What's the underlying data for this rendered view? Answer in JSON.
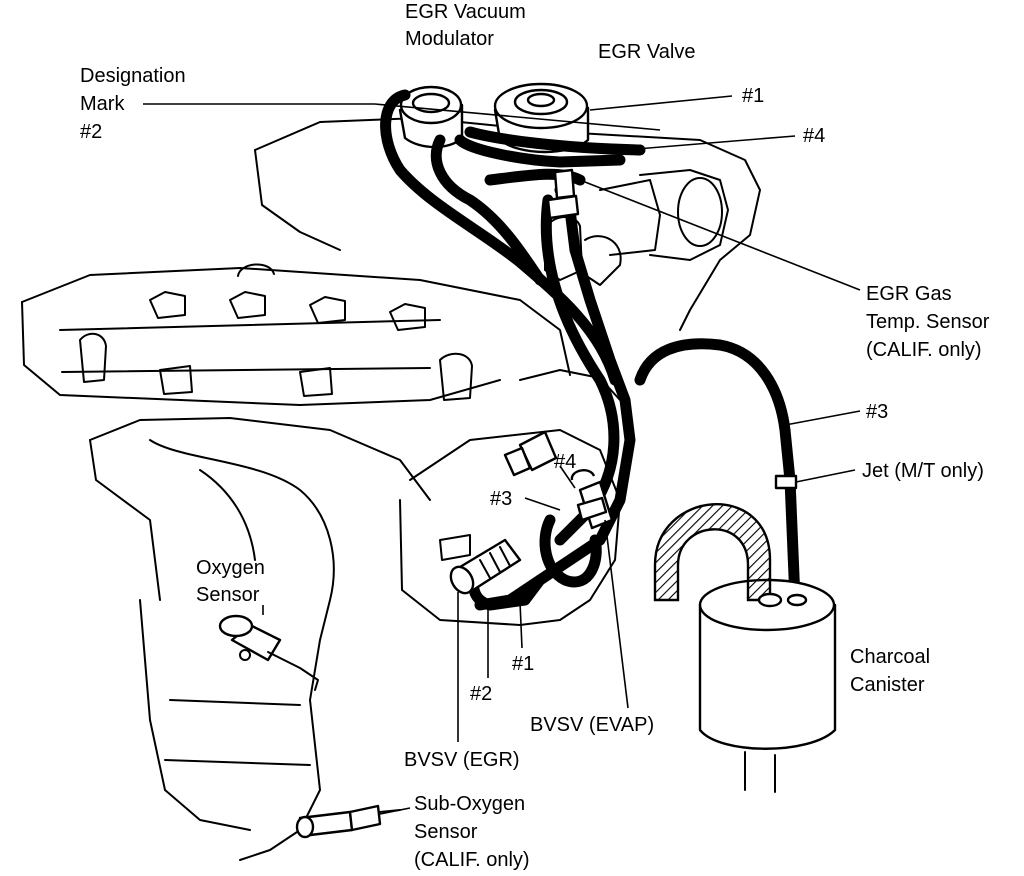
{
  "labels": {
    "egr_vacuum_modulator": [
      "EGR Vacuum",
      "Modulator"
    ],
    "egr_valve": "EGR Valve",
    "designation_mark": [
      "Designation",
      "Mark",
      "#2"
    ],
    "port_1_top": "#1",
    "port_4_top": "#4",
    "egr_gas_temp_sensor": [
      "EGR Gas",
      "Temp. Sensor",
      "(CALIF. only)"
    ],
    "port_3_right": "#3",
    "jet": "Jet (M/T only)",
    "port_4_mid": "#4",
    "port_3_mid": "#3",
    "oxygen_sensor": [
      "Oxygen",
      "Sensor"
    ],
    "charcoal_canister": [
      "Charcoal",
      "Canister"
    ],
    "port_1_bottom": "#1",
    "port_2_bottom": "#2",
    "bvsv_evap": "BVSV (EVAP)",
    "bvsv_egr": "BVSV (EGR)",
    "sub_oxygen_sensor": [
      "Sub-Oxygen",
      "Sensor",
      "(CALIF. only)"
    ]
  },
  "colors": {
    "ink": "#000000",
    "paper": "#ffffff"
  }
}
